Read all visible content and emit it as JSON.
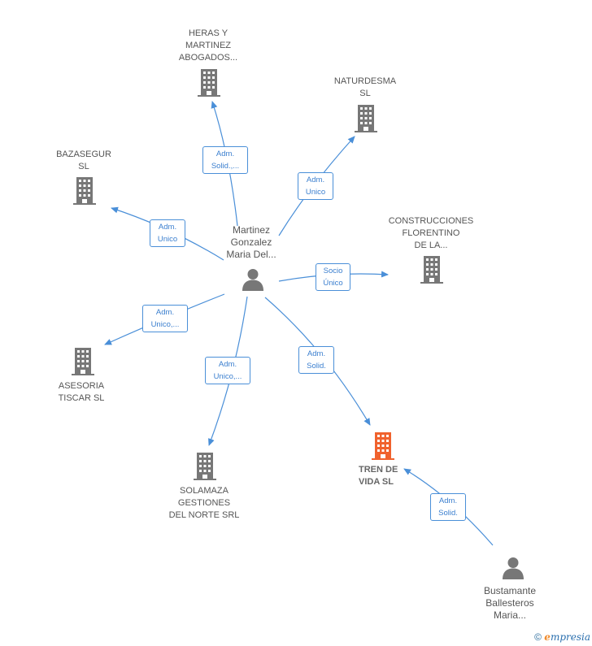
{
  "nodes": {
    "heras": {
      "label": "HERAS Y\nMARTINEZ\nABOGADOS...",
      "type": "company"
    },
    "naturdesma": {
      "label": "NATURDESMA\nSL",
      "type": "company"
    },
    "bazasegur": {
      "label": "BAZASEGUR\nSL",
      "type": "company"
    },
    "construcciones": {
      "label": "CONSTRUCCIONES\nFLORENTINO\nDE LA...",
      "type": "company"
    },
    "center_person": {
      "label": "Martinez\nGonzalez\nMaria Del...",
      "type": "person"
    },
    "asesoria": {
      "label": "ASESORIA\nTISCAR SL",
      "type": "company"
    },
    "solamaza": {
      "label": "SOLAMAZA\nGESTIONES\nDEL NORTE SRL",
      "type": "company"
    },
    "tren": {
      "label": "TREN DE\nVIDA  SL",
      "type": "company-focus"
    },
    "bustamante": {
      "label": "Bustamante\nBallesteros\nMaria...",
      "type": "person"
    }
  },
  "edges": {
    "heras": "Adm.\nSolid.,...",
    "naturdesma": "Adm.\nUnico",
    "bazasegur": "Adm.\nUnico",
    "construcciones": "Socio\nÚnico",
    "asesoria": "Adm.\nUnico,...",
    "solamaza": "Adm.\nUnico,...",
    "tren": "Adm.\nSolid.",
    "bustamante_tren": "Adm.\nSolid."
  },
  "colors": {
    "edge": "#4a8fd8",
    "company_icon": "#777777",
    "focus_icon": "#f0622d",
    "person_icon": "#777777"
  },
  "footer": {
    "copyright": "©",
    "brand_first": "e",
    "brand_rest": "mpresia"
  }
}
